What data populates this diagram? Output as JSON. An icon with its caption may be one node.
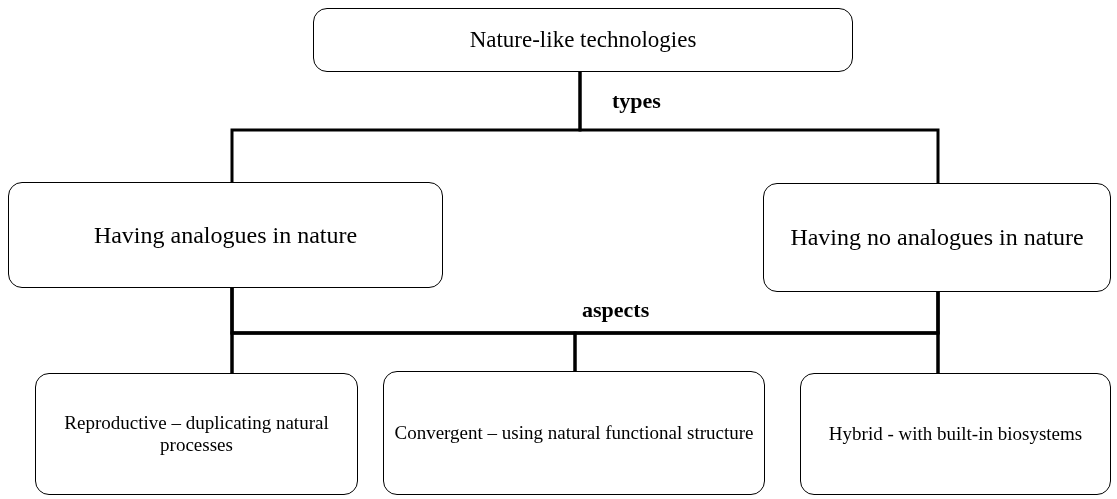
{
  "diagram": {
    "nodes": [
      {
        "text": [
          "Nature-like technologies"
        ]
      },
      {
        "text": [
          "Having analogues in nature"
        ]
      },
      {
        "text": [
          "Having no analogues in nature"
        ]
      },
      {
        "text": [
          "Reproductive – duplicating natural processes"
        ]
      },
      {
        "text": [
          "Convergent – using natural functional structure"
        ]
      },
      {
        "text": [
          "Hybrid - with built-in biosystems"
        ]
      }
    ],
    "edges": [
      {
        "from": 0,
        "to": 1,
        "arrow": "none"
      },
      {
        "from": 0,
        "to": 2,
        "arrow": "none"
      },
      {
        "from": 1,
        "to": 3,
        "arrow": "none"
      },
      {
        "from": 1,
        "to": 4,
        "arrow": "none"
      },
      {
        "from": 1,
        "to": 5,
        "arrow": "none"
      },
      {
        "from": 2,
        "to": 3,
        "arrow": "none"
      },
      {
        "from": 2,
        "to": 4,
        "arrow": "none"
      },
      {
        "from": 2,
        "to": 5,
        "arrow": "none"
      }
    ],
    "labels": [
      "types",
      "aspects"
    ]
  }
}
